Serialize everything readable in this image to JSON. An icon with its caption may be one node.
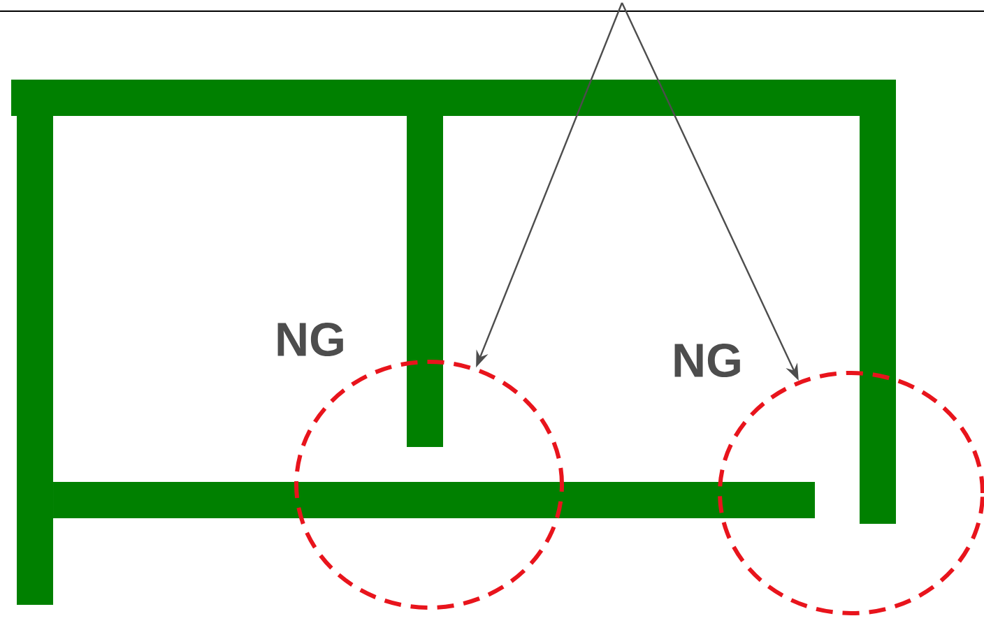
{
  "diagram": {
    "nodes": [
      {
        "text": [],
        "shape": "circle",
        "beside": [
          "NG"
        ]
      },
      {
        "text": [],
        "shape": "circle",
        "beside": [
          "NG"
        ]
      }
    ],
    "edges": [
      {
        "from": null,
        "to": 0,
        "arrow": "to"
      },
      {
        "from": null,
        "to": 1,
        "arrow": "to"
      }
    ]
  }
}
